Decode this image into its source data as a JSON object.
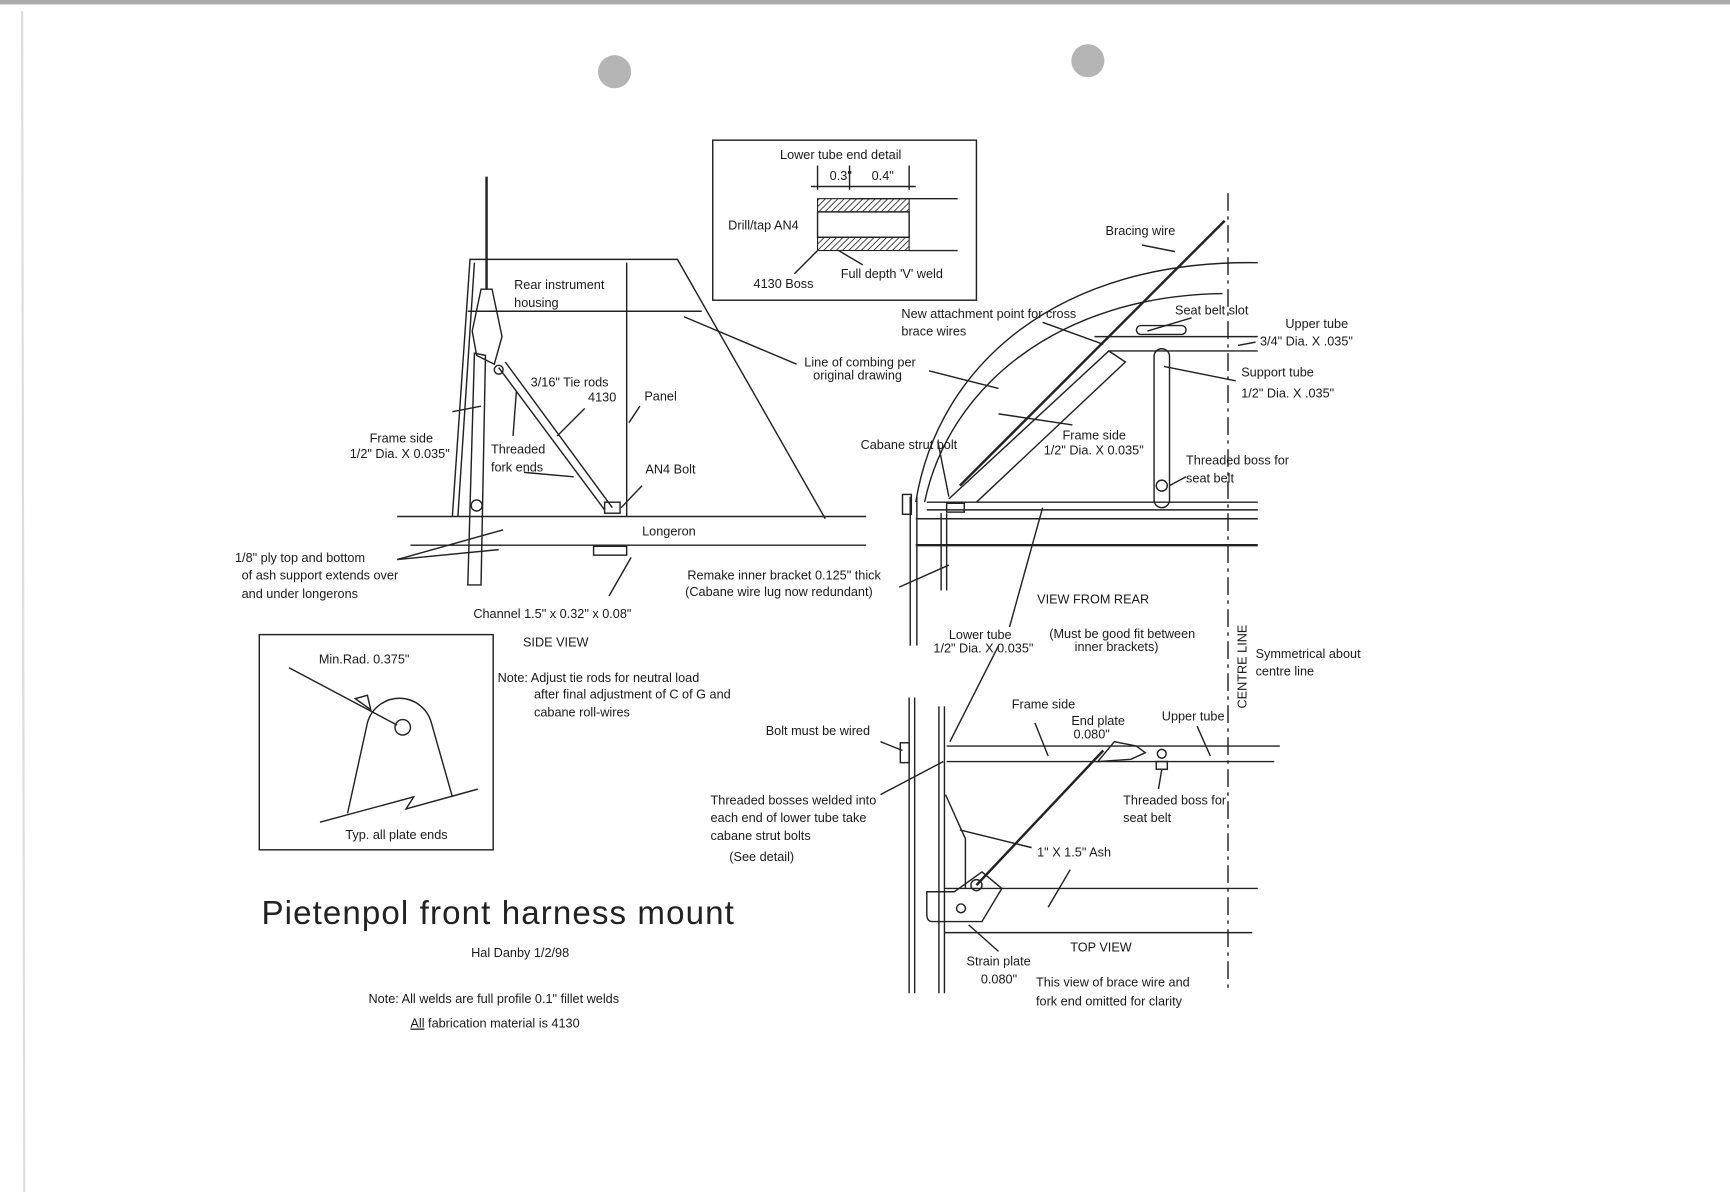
{
  "title": "Pietenpol front harness mount",
  "author": "Hal Danby 1/2/98",
  "notes": {
    "welds": "Note:  All welds are full profile  0.1\" fillet welds",
    "material_all": "All",
    "material_rest": " fabrication material is 4130"
  },
  "inset_detail": {
    "title": "Lower tube end detail",
    "dim1": "0.3\"",
    "dim2": "0.4\"",
    "drill": "Drill/tap AN4",
    "boss": "4130 Boss",
    "weld": "Full depth 'V' weld"
  },
  "side_view": {
    "label": "SIDE VIEW",
    "rear_instrument_1": "Rear instrument",
    "rear_instrument_2": "housing",
    "tie_rods_1": "3/16\" Tie rods",
    "tie_rods_2": "4130",
    "panel": "Panel",
    "frame_side_1": "Frame side",
    "frame_side_2": "1/2\" Dia. X 0.035\"",
    "fork_1": "Threaded",
    "fork_2": "fork ends",
    "an4_bolt": "AN4 Bolt",
    "longeron": "Longeron",
    "ply_1": "1/8\" ply top and bottom",
    "ply_2": "of ash support  extends over",
    "ply_3": "and under longerons",
    "channel": "Channel 1.5\" x 0.32\" x 0.08\"",
    "note_1": "Note: Adjust tie rods for neutral load",
    "note_2": "after final adjustment of  C of G and",
    "note_3": "cabane roll-wires"
  },
  "plate_detail": {
    "min_rad": "Min.Rad. 0.375\"",
    "typ": "Typ. all plate ends"
  },
  "rear_view": {
    "label": "VIEW FROM REAR",
    "bracing_wire": "Bracing wire",
    "new_attach_1": "New attachment point for cross",
    "new_attach_2": "brace wires",
    "seat_belt_slot": "Seat belt slot",
    "upper_tube_1": "Upper tube",
    "upper_tube_2": "3/4\" Dia. X .035\"",
    "combing_1": "Line of combing per",
    "combing_2": "original drawing",
    "support_1": "Support tube",
    "support_2": "1/2\" Dia. X .035\"",
    "cabane_bolt": "Cabane strut bolt",
    "frame_side_1": "Frame side",
    "frame_side_2": "1/2\" Dia. X 0.035\"",
    "boss_1": "Threaded boss for",
    "boss_2": "seat belt",
    "remake_1": "Remake inner bracket 0.125\" thick",
    "remake_2": "(Cabane wire lug now redundant)",
    "lower_tube_1": "Lower tube",
    "lower_tube_2": "1/2\" Dia. X 0.035\"",
    "fit_1": "(Must be good fit between",
    "fit_2": "inner brackets)",
    "centre_line": "CENTRE LINE",
    "sym_1": "Symmetrical about",
    "sym_2": "centre line"
  },
  "top_view": {
    "label": "TOP VIEW",
    "frame_side": "Frame side",
    "end_plate_1": "End plate",
    "end_plate_2": "0.080\"",
    "upper_tube": "Upper tube",
    "bolt_wired": "Bolt must be wired",
    "bosses_1": "Threaded bosses welded into",
    "bosses_2": "each end of lower tube take",
    "bosses_3": "cabane strut bolts",
    "bosses_4": "(See detail)",
    "boss_1": "Threaded boss for",
    "boss_2": "seat belt",
    "ash": "1\" X 1.5\" Ash",
    "strain_1": "Strain plate",
    "strain_2": "0.080\"",
    "omit_1": "This view of brace wire and",
    "omit_2": "fork end omitted for clarity"
  }
}
